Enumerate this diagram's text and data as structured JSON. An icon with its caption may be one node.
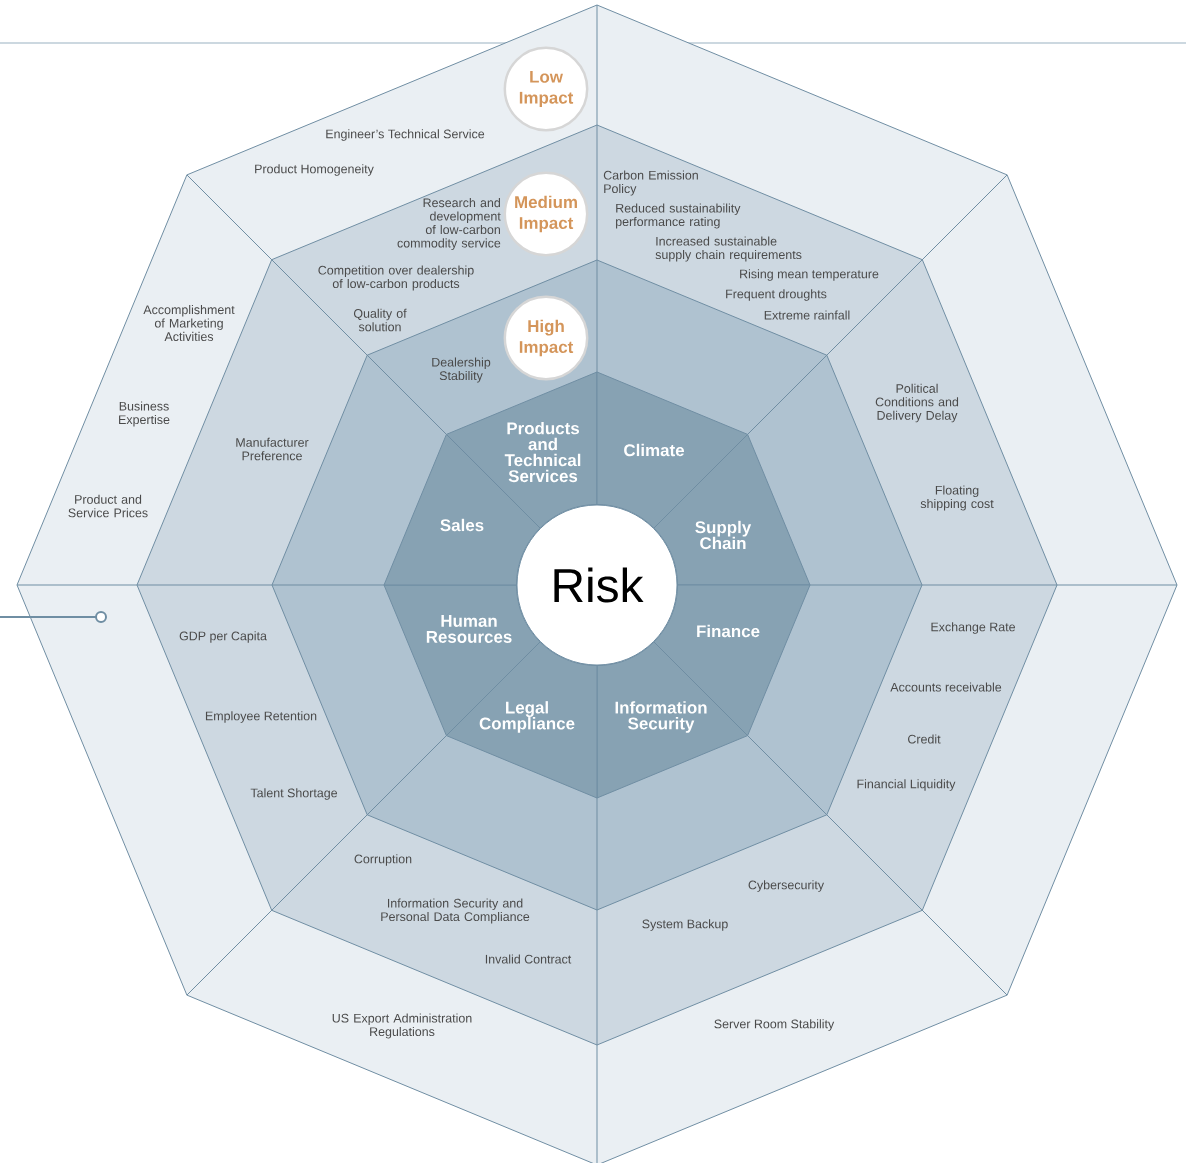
{
  "diagram": {
    "nodes": [
      {
        "text": [
          "Low Impact"
        ]
      },
      {
        "text": [
          "Medium Impact"
        ]
      },
      {
        "text": [
          "High Impact"
        ]
      },
      {
        "text": [
          "Risk"
        ]
      },
      {
        "text": [
          "Products and Technical Services"
        ]
      },
      {
        "text": [
          "Climate"
        ]
      },
      {
        "text": [
          "Supply Chain"
        ]
      },
      {
        "text": [
          "Finance"
        ]
      },
      {
        "text": [
          "Information Security"
        ]
      },
      {
        "text": [
          "Legal Compliance"
        ]
      },
      {
        "text": [
          "Human Resources"
        ]
      },
      {
        "text": [
          "Sales"
        ]
      }
    ],
    "labels": [
      "Engineer’s Technical Service",
      "Product Homogeneity",
      "Research and development of low-carbon commodity service",
      "Competition over dealership of low-carbon products",
      "Quality of solution",
      "Dealership Stability",
      "Carbon Emission Policy",
      "Reduced sustainability performance rating",
      "Increased sustainable supply chain requirements",
      "Rising mean temperature",
      "Frequent droughts",
      "Extreme rainfall",
      "Political Conditions and Delivery Delay",
      "Floating shipping cost",
      "Exchange Rate",
      "Accounts receivable",
      "Credit",
      "Financial Liquidity",
      "Cybersecurity",
      "System Backup",
      "Server Room Stability",
      "Invalid Contract",
      "Information Security and Personal Data Compliance",
      "Corruption",
      "US Export Administration Regulations",
      "Talent Shortage",
      "Employee Retention",
      "GDP per Capita",
      "Product and Service Prices",
      "Business Expertise",
      "Accomplishment of Marketing Activities",
      "Manufacturer Preference"
    ]
  }
}
